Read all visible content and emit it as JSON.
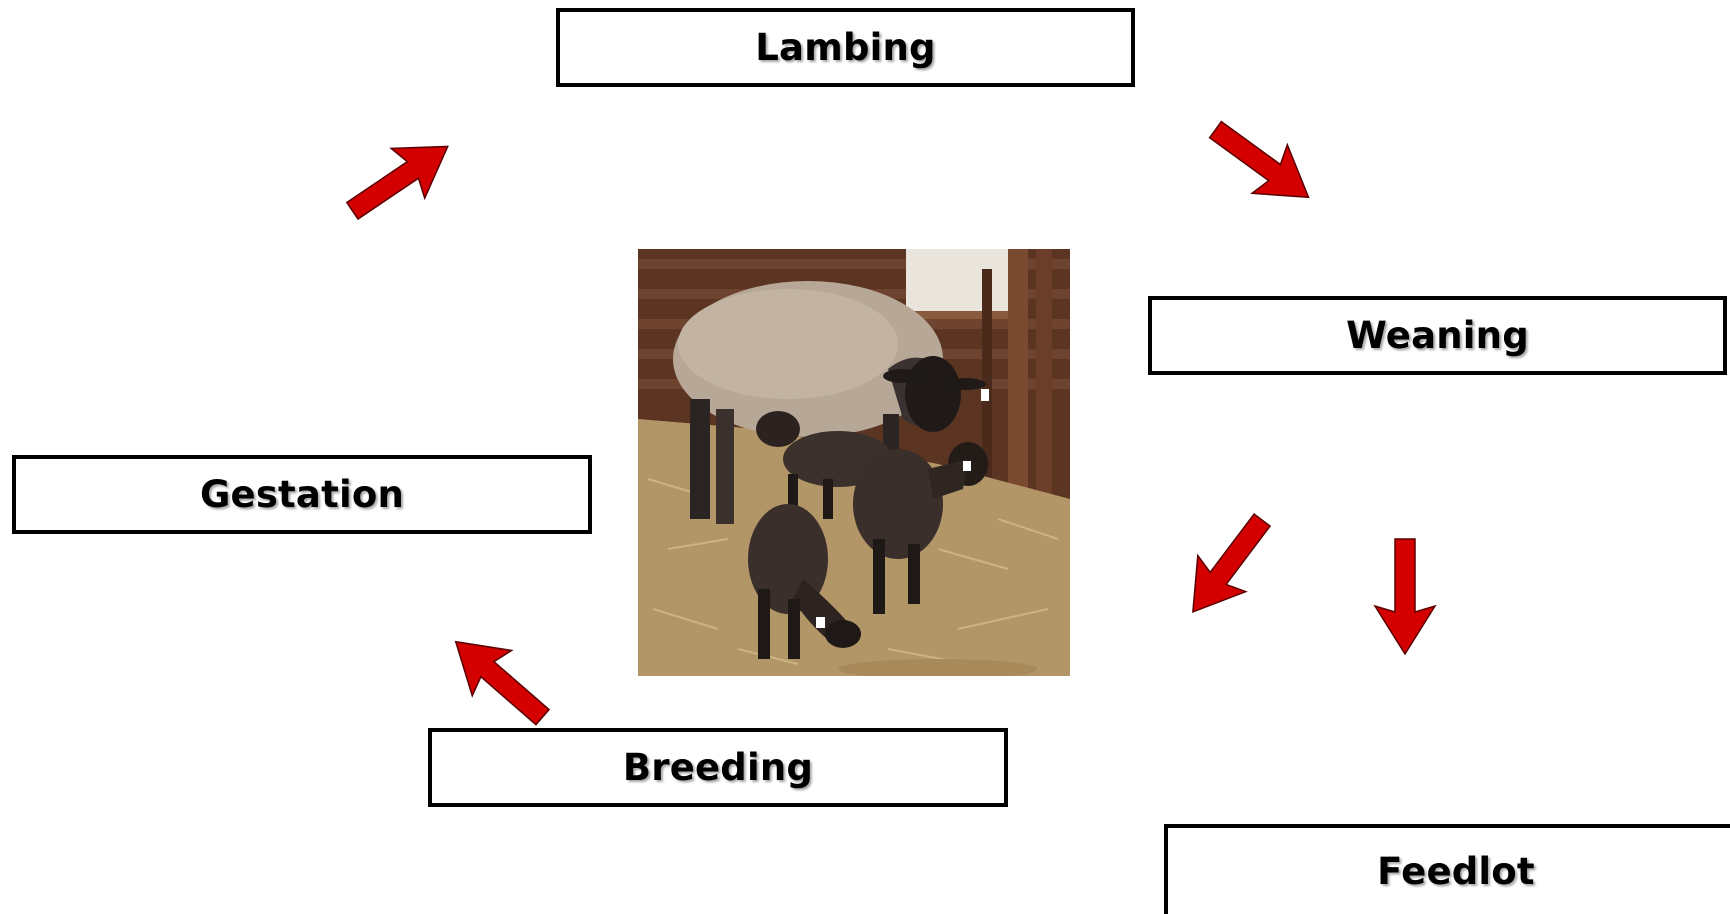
{
  "stages": {
    "lambing": "Lambing",
    "weaning": "Weaning",
    "gestation": "Gestation",
    "breeding": "Breeding",
    "feedlot": "Feedlot"
  },
  "colors": {
    "arrow_fill": "#d40000",
    "arrow_stroke": "#5a0000",
    "box_border": "#000000"
  },
  "image": {
    "subject": "ewe-with-three-lambs-photo"
  }
}
